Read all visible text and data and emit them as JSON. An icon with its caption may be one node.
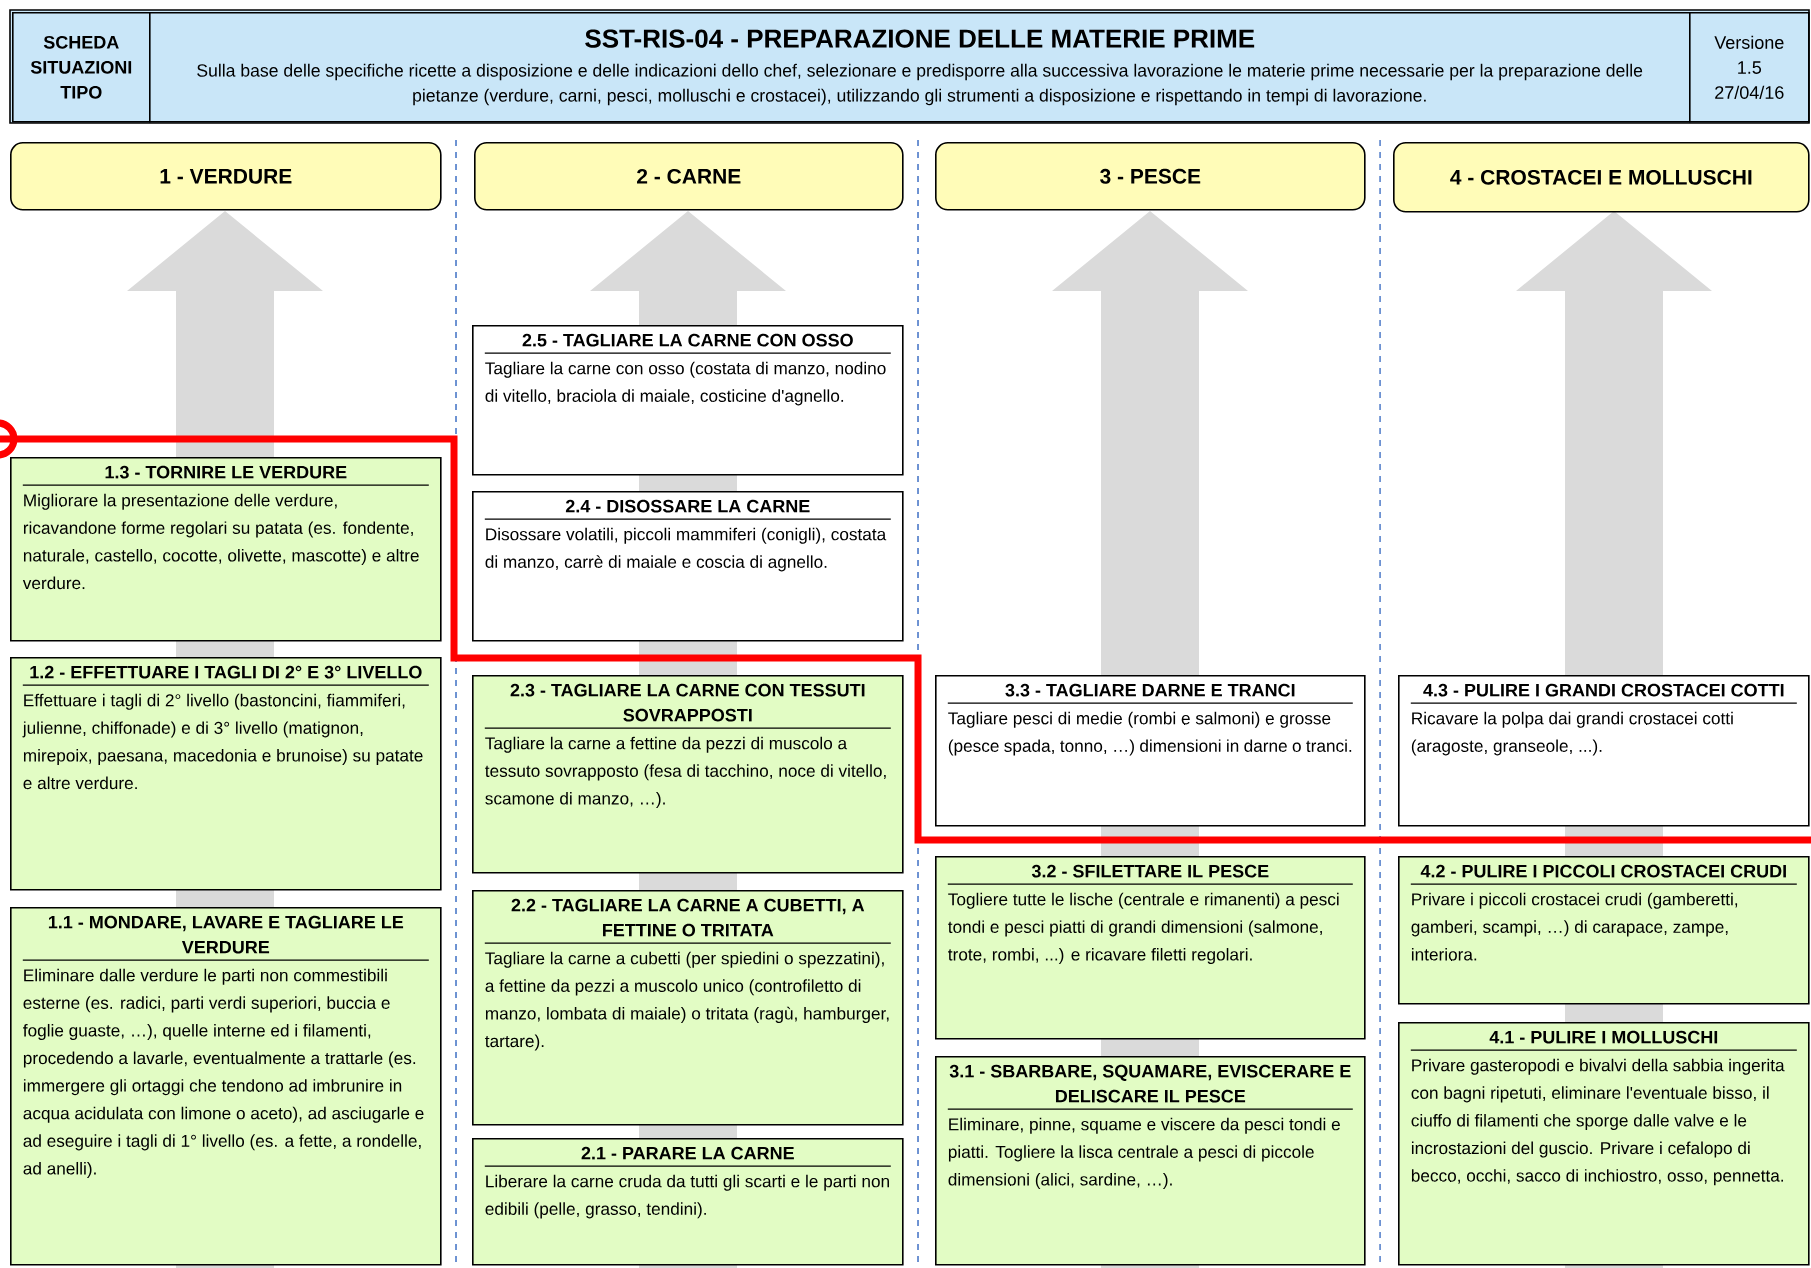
{
  "diagram": {
    "nodes": [
      {
        "text": [
          "SCHEDA SITUAZIONI TIPO"
        ]
      },
      {
        "text": [
          "SST-RIS-04 - PREPARAZIONE DELLE MATERIE PRIME",
          "Sulla base delle specifiche ricette a disposizione e delle indicazioni dello chef, selezionare e predisporre alla successiva lavorazione le materie prime necessarie per la preparazione delle pietanze (verdure, carni, pesci, molluschi e crostacei), utilizzando gli strumenti a disposizione e rispettando in tempi di lavorazione."
        ]
      },
      {
        "text": [
          "Versione",
          "1.5",
          "27/04/16"
        ]
      },
      {
        "text": [
          "1 - VERDURE"
        ]
      },
      {
        "text": [
          "2 - CARNE"
        ]
      },
      {
        "text": [
          "3 - PESCE"
        ]
      },
      {
        "text": [
          "4 - CROSTACEI E MOLLUSCHI"
        ]
      },
      {
        "text": [
          "1.3 - TORNIRE LE VERDURE",
          "Migliorare la presentazione delle verdure, ricavandone forme regolari su patata (es. fondente, naturale, castello, cocotte, olivette, mascotte) e altre verdure."
        ]
      },
      {
        "text": [
          "1.2 - EFFETTUARE I TAGLI DI 2° E 3° LIVELLO",
          "Effettuare i tagli di 2° livello (bastoncini, fiammiferi, julienne, chiffonade) e di 3° livello (matignon, mirepoix, paesana, macedonia e brunoise) su patate e altre verdure."
        ]
      },
      {
        "text": [
          "1.1 - MONDARE, LAVARE E TAGLIARE LE VERDURE",
          "Eliminare dalle verdure le parti non commestibili esterne (es. radici, parti verdi superiori, buccia e foglie guaste, …), quelle interne ed i filamenti, procedendo a lavarle, eventualmente a trattarle (es. immergere gli ortaggi che tendono ad imbrunire in acqua acidulata con limone o aceto), ad asciugarle e ad eseguire i tagli di 1° livello (es. a fette, a rondelle, ad anelli)."
        ]
      },
      {
        "text": [
          "2.5 - TAGLIARE LA CARNE CON OSSO",
          "Tagliare la carne con osso (costata di manzo, nodino di vitello, braciola di maiale, costicine d'agnello."
        ]
      },
      {
        "text": [
          "2.4 - DISOSSARE LA CARNE",
          "Disossare volatili, piccoli mammiferi (conigli), costata di manzo, carrè di maiale e coscia di agnello."
        ]
      },
      {
        "text": [
          "2.3 - TAGLIARE LA CARNE CON TESSUTI SOVRAPPOSTI",
          "Tagliare la carne a fettine da pezzi di muscolo a tessuto sovrapposto (fesa di tacchino, noce di vitello, scamone di manzo, …)."
        ]
      },
      {
        "text": [
          "2.2 - TAGLIARE LA CARNE A CUBETTI, A FETTINE O TRITATA",
          "Tagliare la carne a cubetti (per spiedini o spezzatini), a fettine da pezzi a muscolo unico (controfiletto di manzo, lombata di maiale) o tritata (ragù, hamburger, tartare)."
        ]
      },
      {
        "text": [
          "2.1 - PARARE LA CARNE",
          "Liberare la carne cruda da tutti gli scarti e le parti non edibili (pelle, grasso, tendini)."
        ]
      },
      {
        "text": [
          "3.3 - TAGLIARE DARNE E TRANCI",
          "Tagliare pesci di medie (rombi e salmoni) e grosse (pesce spada, tonno, …) dimensioni in darne o tranci."
        ]
      },
      {
        "text": [
          "3.2 - SFILETTARE IL PESCE",
          "Togliere tutte le lische (centrale e rimanenti) a pesci tondi e pesci piatti di grandi dimensioni (salmone, trote, rombi, ...) e ricavare filetti regolari."
        ]
      },
      {
        "text": [
          "3.1 - SBARBARE, SQUAMARE, EVISCERARE E DELISCARE IL PESCE",
          "Eliminare, pinne, squame e viscere da pesci tondi e piatti. Togliere la lisca centrale a pesci di piccole dimensioni (alici, sardine, …)."
        ]
      },
      {
        "text": [
          "4.3 - PULIRE I GRANDI CROSTACEI COTTI",
          "Ricavare la polpa dai grandi crostacei cotti (aragoste, granseole, ...)."
        ]
      },
      {
        "text": [
          "4.2 - PULIRE I PICCOLI CROSTACEI CRUDI",
          "Privare i piccoli crostacei crudi (gamberetti, gamberi, scampi, …) di carapace, zampe, interiora."
        ]
      },
      {
        "text": [
          "4.1 - PULIRE I MOLLUSCHI",
          "Privare gasteropodi e bivalvi della sabbia ingerita con bagni ripetuti, eliminare l'eventuale bisso, il ciuffo di filamenti che sporge dalle valve e le incrostazioni del guscio. Privare i cefalopo di becco, occhi, sacco di inchiostro, osso, pennetta."
        ]
      }
    ]
  }
}
